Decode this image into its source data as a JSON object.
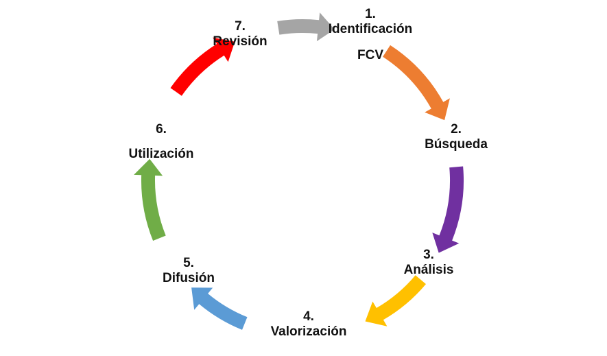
{
  "cycle": {
    "steps": [
      {
        "number": "1.",
        "label": "Identificación",
        "label2": "FCV",
        "color": "#ed7d31"
      },
      {
        "number": "2.",
        "label": "Búsqueda",
        "color": "#7030a0"
      },
      {
        "number": "3.",
        "label": "Análisis",
        "color": "#ffc000"
      },
      {
        "number": "4.",
        "label": "Valorización",
        "color": "#5b9bd5"
      },
      {
        "number": "5.",
        "label": "Difusión",
        "color": "#70ad47"
      },
      {
        "number": "6.",
        "label": "Utilización",
        "color": "#ff0000"
      },
      {
        "number": "7.",
        "label": "Revisión",
        "color": "#a5a5a5"
      }
    ]
  }
}
